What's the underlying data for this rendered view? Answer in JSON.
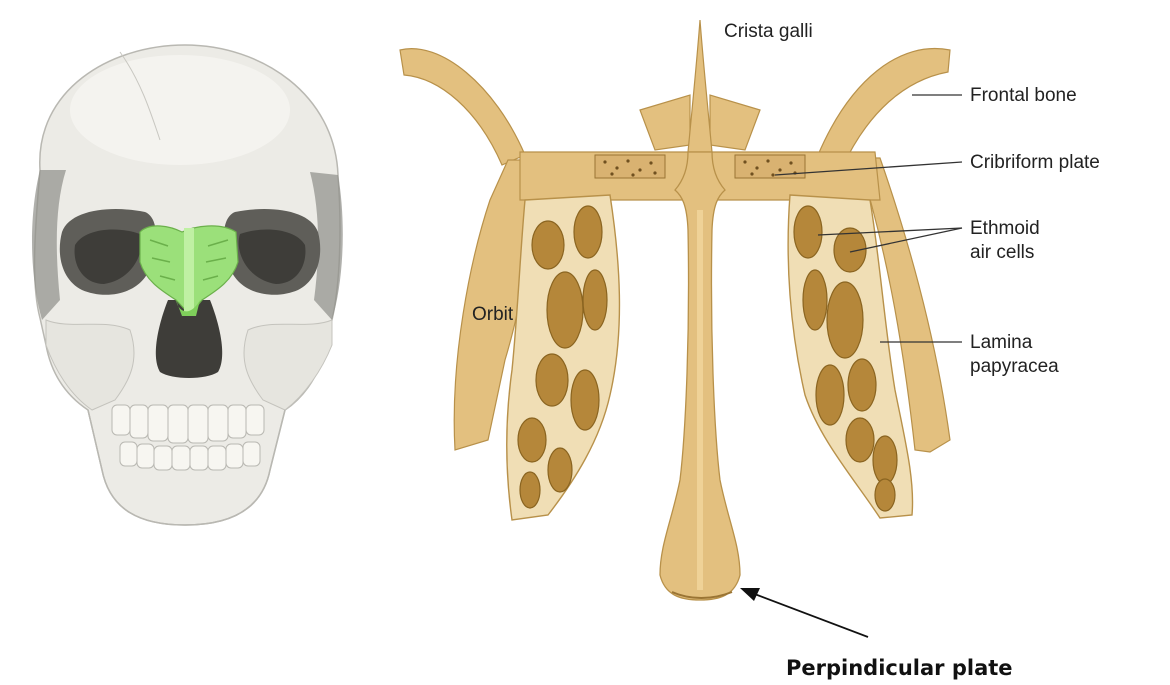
{
  "labels": {
    "crista_galli": "Crista galli",
    "frontal_bone": "Frontal bone",
    "cribriform_plate": "Cribriform plate",
    "ethmoid_line1": "Ethmoid",
    "ethmoid_line2": "air cells",
    "orbit": "Orbit",
    "lamina_line1": "Lamina",
    "lamina_line2": "papyracea",
    "perpendicular_plate": "Perpindicular plate"
  },
  "colors": {
    "bone": "#e3c07f",
    "bone_dark": "#b8914a",
    "bone_shadow": "#9a7434",
    "cell_cavity": "#8a6420",
    "skull": "#ecebe6",
    "skull_shadow": "#8f8e89",
    "ethmoid_highlight": "#9be07a"
  }
}
